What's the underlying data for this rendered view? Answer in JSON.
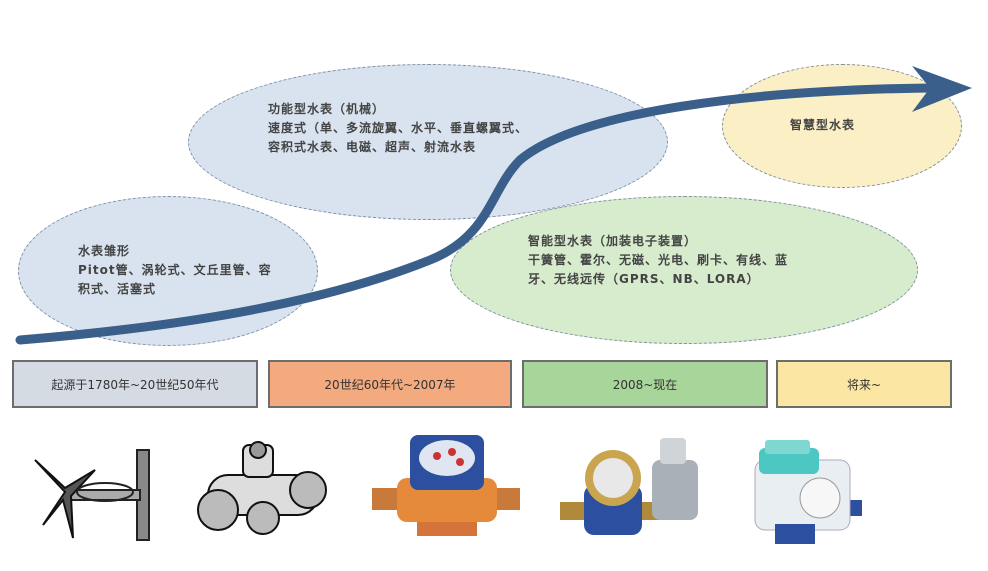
{
  "ellipses": {
    "origin": {
      "title": "水表雏形",
      "line1": "Pitot管、涡轮式、文丘里管、容",
      "line2": "积式、活塞式"
    },
    "functional": {
      "title": "功能型水表（机械）",
      "line1": "速度式（单、多流旋翼、水平、垂直螺翼式、",
      "line2": "容积式水表、电磁、超声、射流水表"
    },
    "smart": {
      "title": "智能型水表（加装电子装置）",
      "line1": "干簧管、霍尔、无磁、光电、刷卡、有线、蓝",
      "line2": "牙、无线远传（GPRS、NB、LORA）"
    },
    "wisdom": {
      "title": "智慧型水表"
    }
  },
  "eras": [
    {
      "label": "起源于1780年~20世纪50年代",
      "color": "#d5dbe3"
    },
    {
      "label": "20世纪60年代~2007年",
      "color": "#f2aa7e"
    },
    {
      "label": "2008~现在",
      "color": "#a8d59a"
    },
    {
      "label": "将来~",
      "color": "#fce6a3"
    }
  ],
  "colors": {
    "arrow": "#3a5f8a"
  },
  "images": [
    "pitot-tube-sketch",
    "turbine-meter-sketch",
    "mechanical-water-meter",
    "smart-water-meter",
    "ic-card-water-meter"
  ]
}
